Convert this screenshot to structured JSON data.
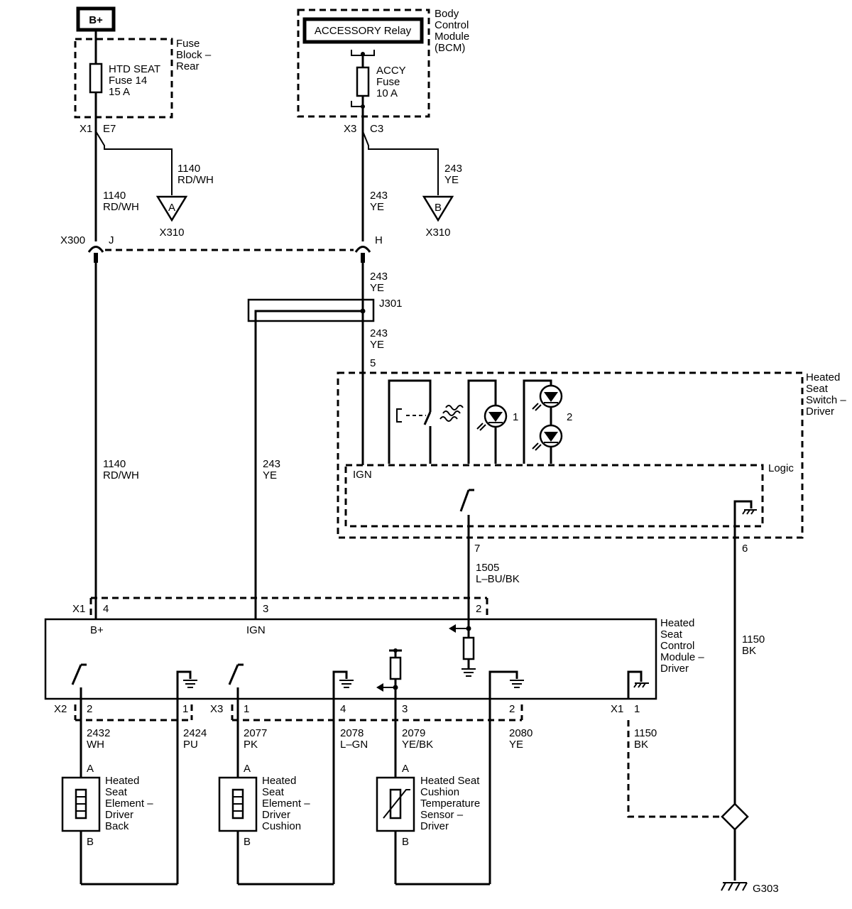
{
  "labels": {
    "bplus": "B+",
    "fuse_block": [
      "Fuse",
      "Block –",
      "Rear"
    ],
    "htd_fuse": [
      "HTD SEAT",
      "Fuse 14",
      "15 A"
    ],
    "accessory_relay": "ACCESSORY Relay",
    "bcm": [
      "Body",
      "Control",
      "Module",
      "(BCM)"
    ],
    "accy_fuse": [
      "ACCY",
      "Fuse",
      "10 A"
    ],
    "x1": "X1",
    "e7": "E7",
    "x3": "X3",
    "c3": "C3",
    "x300": "X300",
    "pin_j": "J",
    "pin_h": "H",
    "x310": "X310",
    "conn_a": "A",
    "conn_b": "B",
    "j301": "J301",
    "pin5": "5",
    "pin7": "7",
    "pin6": "6",
    "switch_name": [
      "Heated",
      "Seat",
      "Switch –",
      "Driver"
    ],
    "logic": "Logic",
    "ign": "IGN",
    "led1": "1",
    "led2": "2",
    "module_name": [
      "Heated",
      "Seat",
      "Control",
      "Module –",
      "Driver"
    ],
    "mod_bplus": "B+",
    "mod_ign": "IGN",
    "x1_top": "X1",
    "pin4_top": "4",
    "pin3_top": "3",
    "pin2_top": "2",
    "x2_bot": "X2",
    "x3_bot": "X3",
    "x1_bot": "X1",
    "bot_pins": [
      "2",
      "1",
      "1",
      "4",
      "3",
      "2",
      "1"
    ],
    "elem_back": [
      "Heated",
      "Seat",
      "Element –",
      "Driver",
      "Back"
    ],
    "elem_cushion": [
      "Heated",
      "Seat",
      "Element –",
      "Driver",
      "Cushion"
    ],
    "temp_sensor": [
      "Heated Seat",
      "Cushion",
      "Temperature",
      "Sensor –",
      "Driver"
    ],
    "pin_a": "A",
    "pin_b": "B",
    "g303": "G303"
  },
  "wires": {
    "w1140a": [
      "1140",
      "RD/WH"
    ],
    "w1140b": [
      "1140",
      "RD/WH"
    ],
    "w1140c": [
      "1140",
      "RD/WH"
    ],
    "w243a": [
      "243",
      "YE"
    ],
    "w243b": [
      "243",
      "YE"
    ],
    "w243c": [
      "243",
      "YE"
    ],
    "w243d": [
      "243",
      "YE"
    ],
    "w243e": [
      "243",
      "YE"
    ],
    "w1505": [
      "1505",
      "L–BU/BK"
    ],
    "w1150a": [
      "1150",
      "BK"
    ],
    "w1150b": [
      "1150",
      "BK"
    ],
    "w2432": [
      "2432",
      "WH"
    ],
    "w2424": [
      "2424",
      "PU"
    ],
    "w2077": [
      "2077",
      "PK"
    ],
    "w2078": [
      "2078",
      "L–GN"
    ],
    "w2079": [
      "2079",
      "YE/BK"
    ],
    "w2080": [
      "2080",
      "YE"
    ]
  }
}
